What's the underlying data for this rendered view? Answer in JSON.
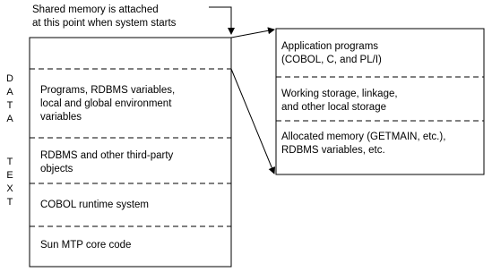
{
  "callout": "Shared memory is attached\nat this point when system starts",
  "vertical_labels": {
    "data": [
      "D",
      "A",
      "T",
      "A"
    ],
    "text": [
      "T",
      "E",
      "X",
      "T"
    ]
  },
  "memory_map": {
    "programs_section": "Programs, RDBMS variables,\nlocal and global environment\nvariables",
    "rdbms_section": "RDBMS and other third-party\nobjects",
    "cobol_runtime": "COBOL runtime system",
    "core_code": "Sun MTP core code"
  },
  "detail_box": {
    "application_programs": "Application programs\n(COBOL, C, and PL/I)",
    "working_storage": "Working storage, linkage,\nand other local storage",
    "allocated_memory": "Allocated memory (GETMAIN, etc.),\nRDBMS variables, etc."
  }
}
